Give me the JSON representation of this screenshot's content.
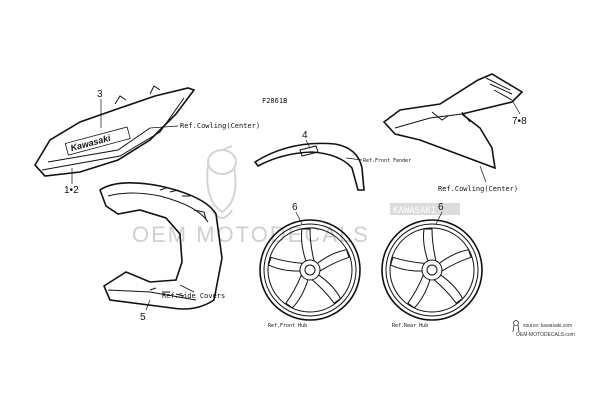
{
  "diagram_code": "F2861B",
  "watermark": {
    "brand_text": "OEM  MOTODECALS",
    "product_text": "KAWASAKI"
  },
  "source": {
    "line1": "source: kawasaki.com",
    "line2": "OEM-MOTODECALS.com"
  },
  "callouts": {
    "c1": "1•2",
    "c3": "3",
    "c4": "4",
    "c5": "5",
    "c6a": "6",
    "c6b": "6",
    "c78": "7•8"
  },
  "references": {
    "cowling_center_left": "Ref.Cowling(Center)",
    "cowling_center_right": "Ref.Cowling(Center)",
    "front_fender": "Ref.Front Fender",
    "side_covers": "Ref.Side Covers",
    "front_hub": "Ref.Front Hub",
    "rear_hub": "Ref.Rear Hub"
  },
  "decal_text": {
    "kawasaki_logo": "Kawasaki"
  },
  "colors": {
    "line": "#111111",
    "watermark": "#cfcfcf",
    "background": "#ffffff"
  }
}
